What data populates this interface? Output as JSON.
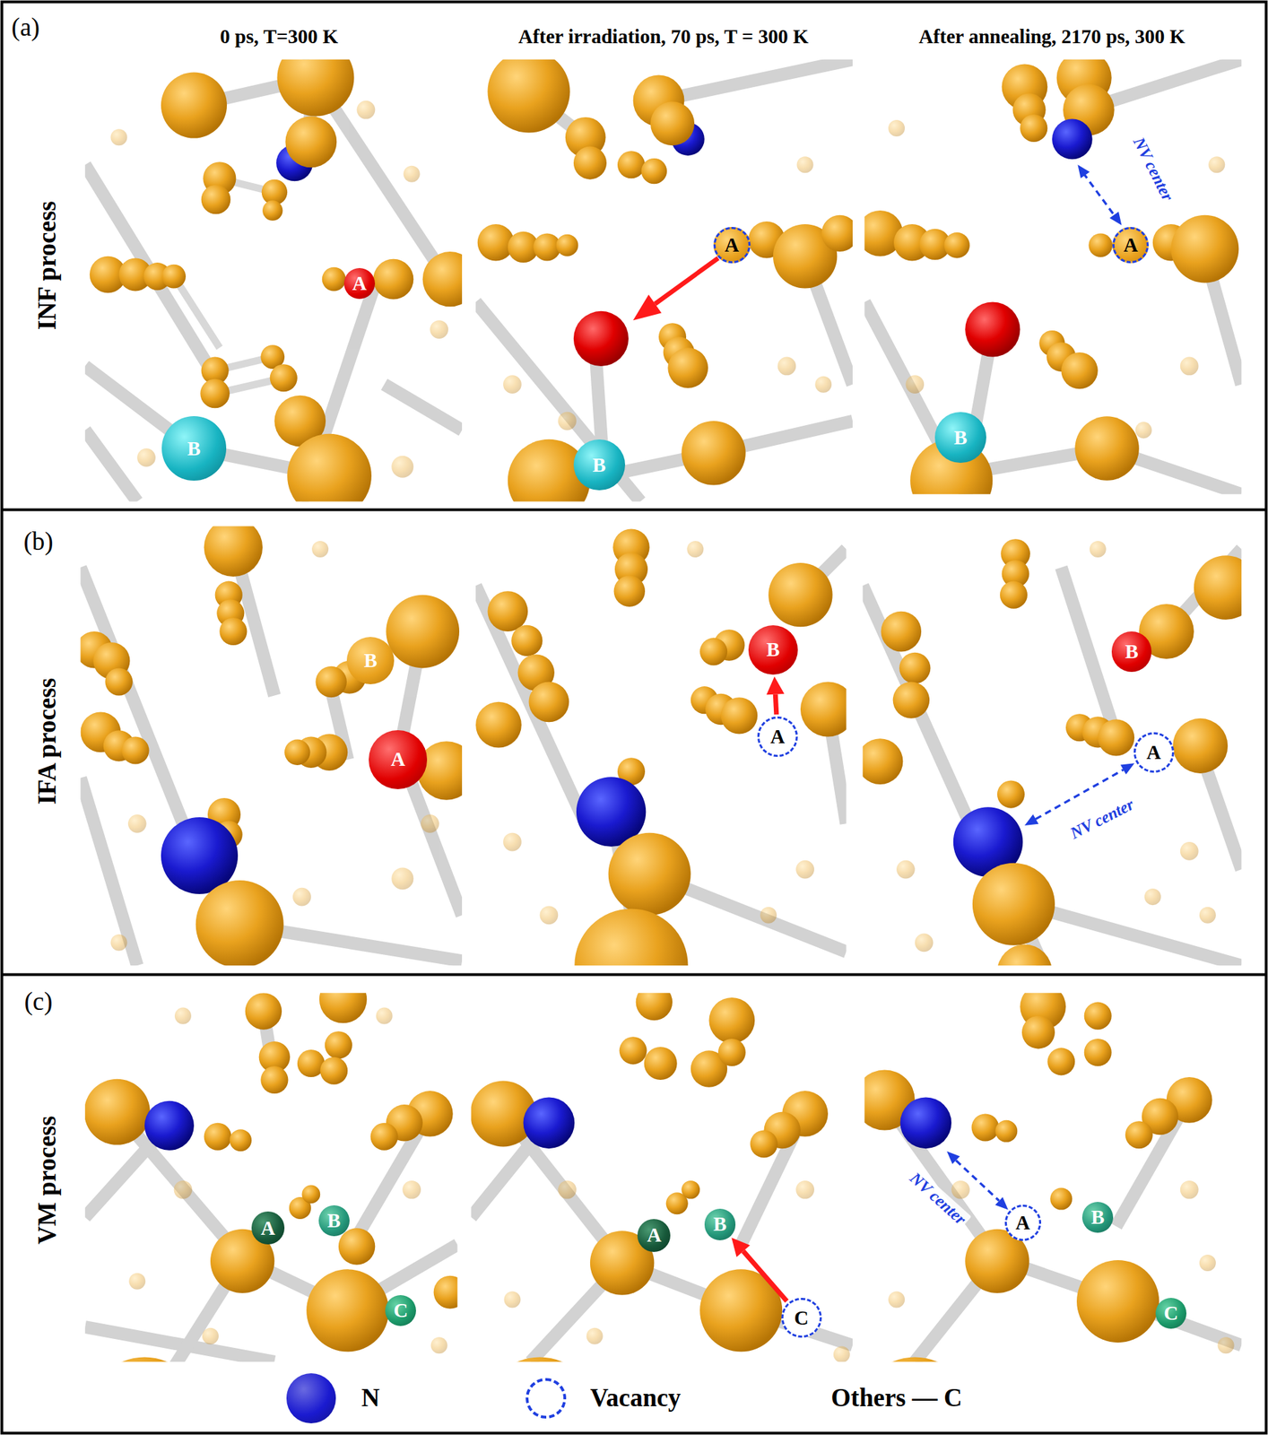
{
  "diagram": {
    "nodes": [
      {
        "text": [
          "A"
        ]
      },
      {
        "text": [
          "B"
        ]
      },
      {
        "text": [
          "A"
        ]
      },
      {
        "text": [
          "B"
        ]
      },
      {
        "text": [
          "A"
        ]
      },
      {
        "text": [
          "B"
        ]
      },
      {
        "text": [
          "B"
        ]
      },
      {
        "text": [
          "A"
        ]
      },
      {
        "text": [
          "B"
        ]
      },
      {
        "text": [
          "A"
        ]
      },
      {
        "text": [
          "B"
        ]
      },
      {
        "text": [
          "A"
        ]
      },
      {
        "text": [
          "A"
        ]
      },
      {
        "text": [
          "B"
        ]
      },
      {
        "text": [
          "C"
        ]
      },
      {
        "text": [
          "A"
        ]
      },
      {
        "text": [
          "B"
        ]
      },
      {
        "text": [
          "C"
        ]
      },
      {
        "text": [
          "A"
        ]
      },
      {
        "text": [
          "B"
        ]
      },
      {
        "text": [
          "C"
        ]
      }
    ],
    "edges": [
      {
        "from": 9,
        "to": 8,
        "arrow": "to"
      },
      {
        "from": 17,
        "to": 16,
        "arrow": "to"
      }
    ],
    "labels": [
      "(a)",
      "0 ps, T=300 K",
      "After irradiation, 70 ps, T = 300 K",
      "After annealing, 2170 ps, 300 K",
      "INF process",
      "NV center",
      "(b)",
      "IFA process",
      "NV center",
      "(c)",
      "VM process",
      "NV center",
      "Others — C"
    ],
    "legend": [
      {
        "text": "N",
        "color": "#1a1ad0"
      },
      {
        "text": "Vacancy"
      }
    ]
  }
}
